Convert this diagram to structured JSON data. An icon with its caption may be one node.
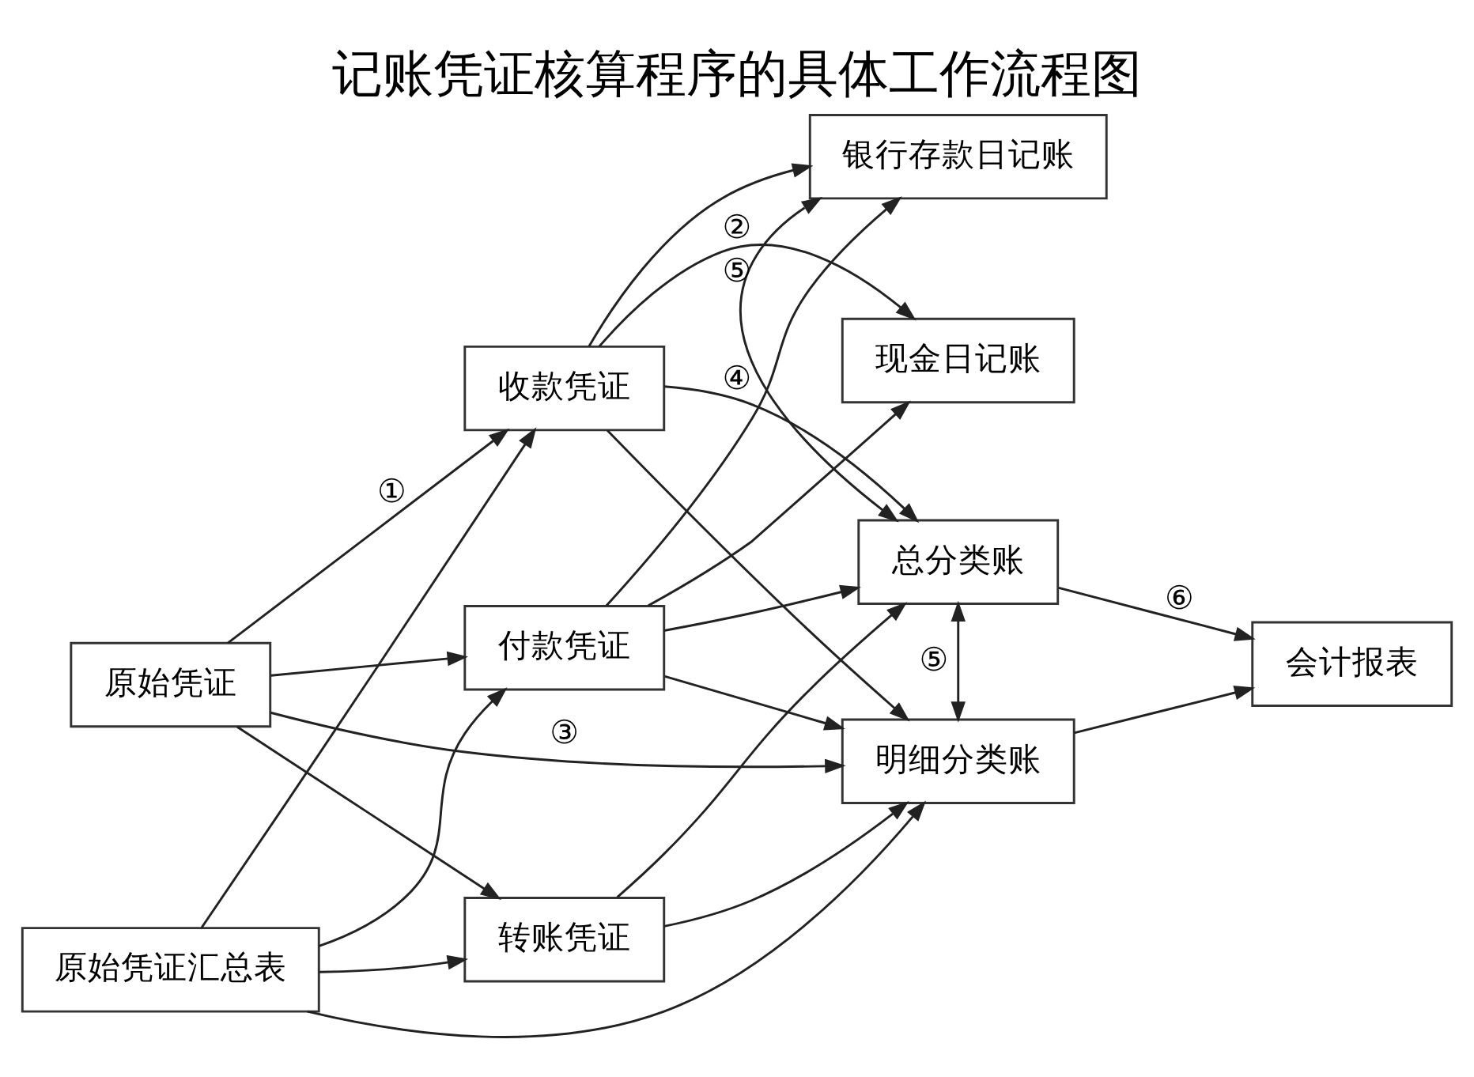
{
  "diagram": {
    "title": "记账凭证核算程序的具体工作流程图",
    "nodes": [
      {
        "text": [
          "原始凭证"
        ]
      },
      {
        "text": [
          "原始凭证汇总表"
        ]
      },
      {
        "text": [
          "收款凭证"
        ]
      },
      {
        "text": [
          "付款凭证"
        ]
      },
      {
        "text": [
          "转账凭证"
        ]
      },
      {
        "text": [
          "现金日记账"
        ]
      },
      {
        "text": [
          "银行存款日记账"
        ]
      },
      {
        "text": [
          "总分类账"
        ]
      },
      {
        "text": [
          "明细分类账"
        ]
      },
      {
        "text": [
          "会计报表"
        ]
      }
    ],
    "edges": [
      {
        "from": 0,
        "to": 2,
        "arrow": "to",
        "label": "①"
      },
      {
        "from": 0,
        "to": 3,
        "arrow": "to"
      },
      {
        "from": 0,
        "to": 4,
        "arrow": "to"
      },
      {
        "from": 1,
        "to": 2,
        "arrow": "to"
      },
      {
        "from": 1,
        "to": 3,
        "arrow": "to"
      },
      {
        "from": 1,
        "to": 4,
        "arrow": "to"
      },
      {
        "from": 0,
        "to": 8,
        "arrow": "to",
        "label": "③"
      },
      {
        "from": 1,
        "to": 8,
        "arrow": "to"
      },
      {
        "from": 2,
        "to": 5,
        "arrow": "to",
        "label": "②"
      },
      {
        "from": 2,
        "to": 6,
        "arrow": "to"
      },
      {
        "from": 3,
        "to": 5,
        "arrow": "to"
      },
      {
        "from": 3,
        "to": 6,
        "arrow": "to"
      },
      {
        "from": 2,
        "to": 7,
        "arrow": "to",
        "label": "④"
      },
      {
        "from": 2,
        "to": 8,
        "arrow": "to"
      },
      {
        "from": 3,
        "to": 7,
        "arrow": "to"
      },
      {
        "from": 3,
        "to": 8,
        "arrow": "to"
      },
      {
        "from": 4,
        "to": 7,
        "arrow": "to"
      },
      {
        "from": 4,
        "to": 8,
        "arrow": "to"
      },
      {
        "from": 6,
        "to": 7,
        "arrow": "both",
        "label": "⑤"
      },
      {
        "from": 7,
        "to": 8,
        "arrow": "both",
        "label": "⑤"
      },
      {
        "from": 7,
        "to": 9,
        "arrow": "to",
        "label": "⑥"
      },
      {
        "from": 8,
        "to": 9,
        "arrow": "to"
      }
    ]
  }
}
